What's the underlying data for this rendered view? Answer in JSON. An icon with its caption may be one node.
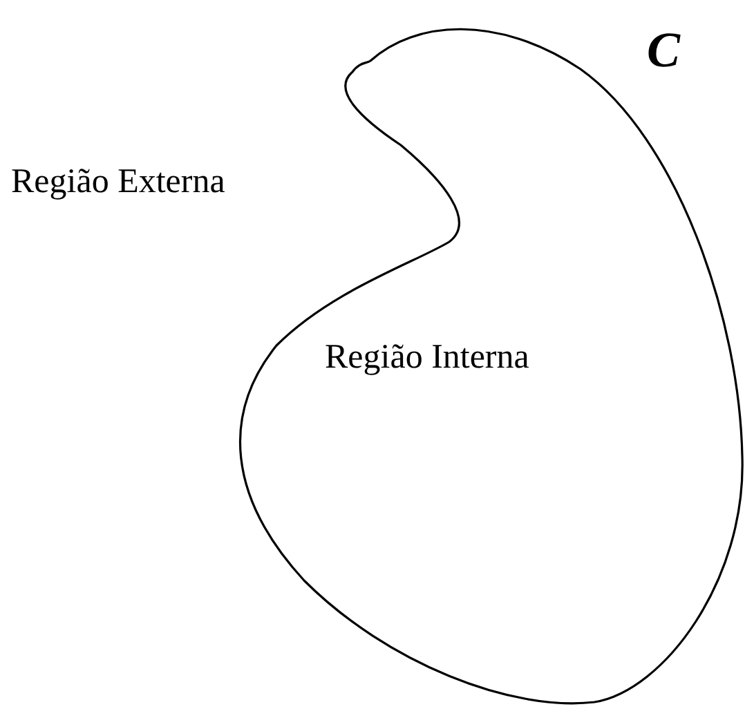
{
  "diagram": {
    "nodes": [
      {
        "text": [
          "Região Interna"
        ],
        "beside": [
          "C"
        ]
      }
    ],
    "labels": [
      "Região Externa"
    ]
  }
}
